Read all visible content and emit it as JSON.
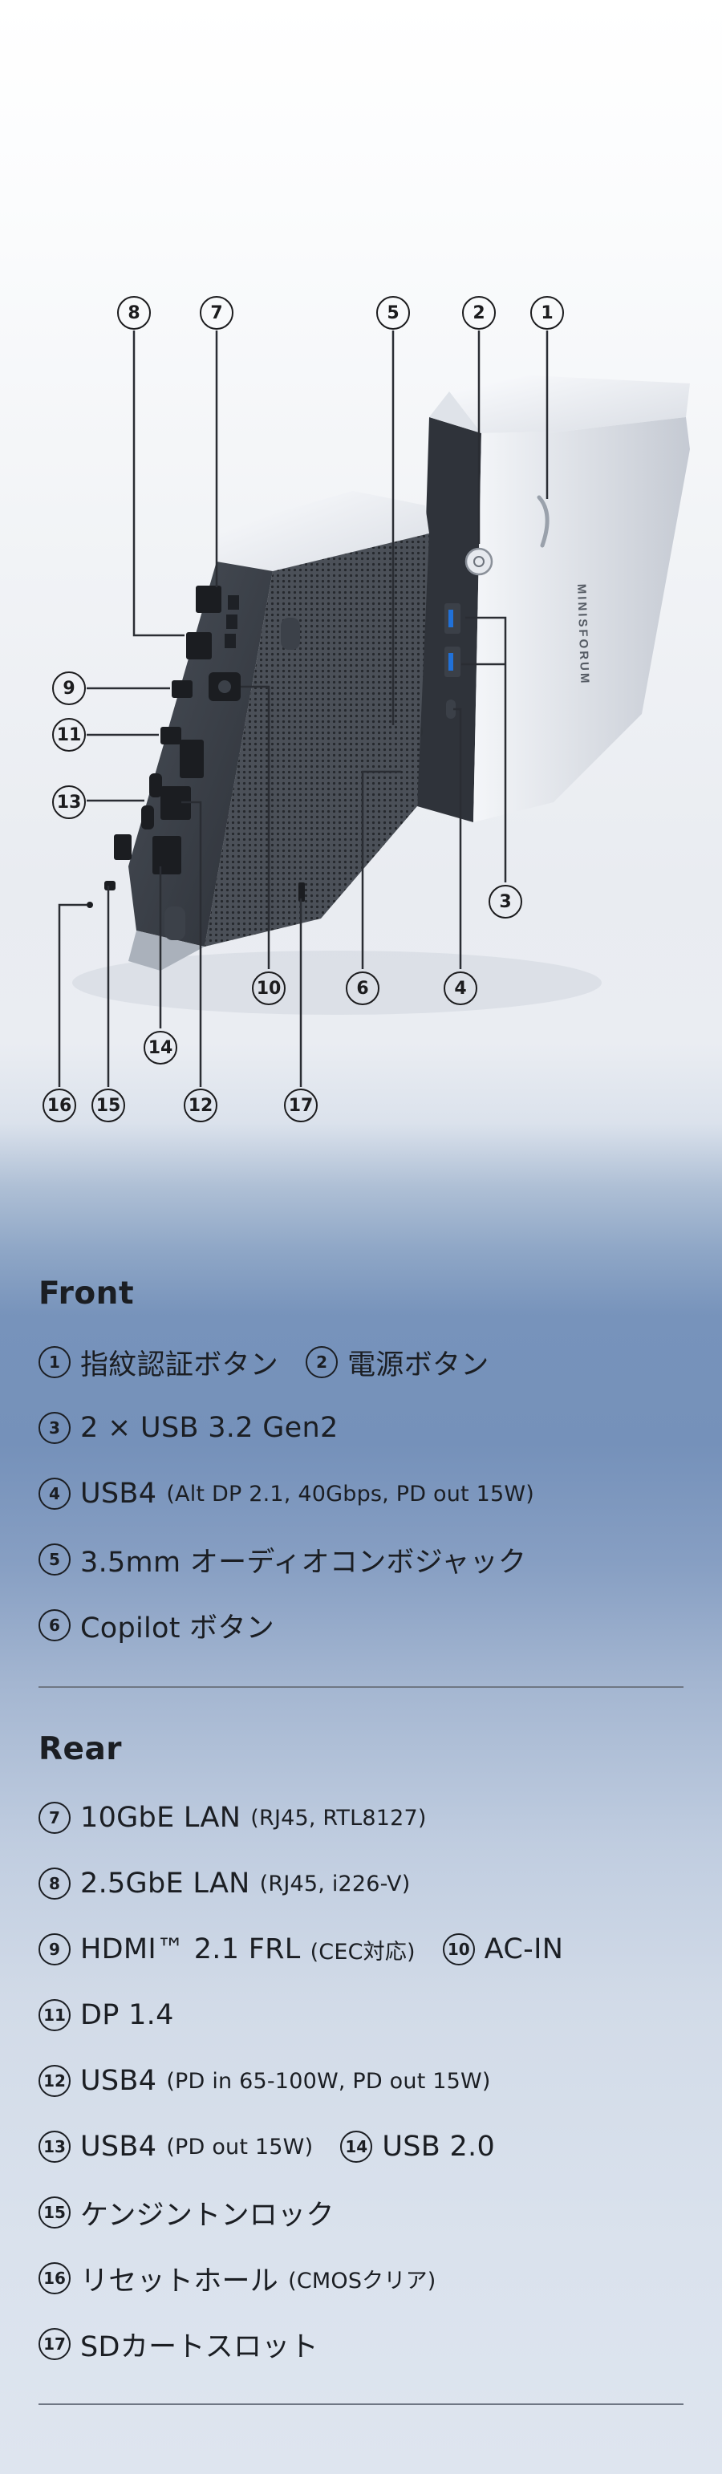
{
  "callouts": {
    "c1": "1",
    "c2": "2",
    "c3": "3",
    "c4": "4",
    "c5": "5",
    "c6": "6",
    "c7": "7",
    "c8": "8",
    "c9": "9",
    "c10": "10",
    "c11": "11",
    "c12": "12",
    "c13": "13",
    "c14": "14",
    "c15": "15",
    "c16": "16",
    "c17": "17"
  },
  "front": {
    "title": "Front",
    "row1": {
      "n1": "1",
      "t1": "指紋認証ボタン",
      "n2": "2",
      "t2": "電源ボタン"
    },
    "row2": {
      "n": "3",
      "text": "2 × USB 3.2 Gen2"
    },
    "row3": {
      "n": "4",
      "text": "USB4",
      "sub": "(Alt DP 2.1, 40Gbps, PD out 15W)"
    },
    "row4": {
      "n": "5",
      "text": "3.5mm オーディオコンボジャック"
    },
    "row5": {
      "n": "6",
      "text": "Copilot ボタン"
    }
  },
  "rear": {
    "title": "Rear",
    "row1": {
      "n": "7",
      "text": "10GbE LAN",
      "sub": "(RJ45, RTL8127)"
    },
    "row2": {
      "n": "8",
      "text": "2.5GbE LAN",
      "sub": "(RJ45, i226-V)"
    },
    "row3": {
      "n1": "9",
      "t1": "HDMI™ 2.1 FRL",
      "sub": "(CEC対応)",
      "n2": "10",
      "t2": "AC-IN"
    },
    "row4": {
      "n": "11",
      "text": "DP 1.4"
    },
    "row5": {
      "n": "12",
      "text": "USB4",
      "sub": "(PD in 65-100W, PD out 15W)"
    },
    "row6": {
      "n1": "13",
      "t1": "USB4",
      "sub": "(PD out 15W)",
      "n2": "14",
      "t2": "USB 2.0"
    },
    "row7": {
      "n": "15",
      "text": "ケンジントンロック"
    },
    "row8": {
      "n": "16",
      "text": "リセットホール",
      "sub": "(CMOSクリア)"
    },
    "row9": {
      "n": "17",
      "text": "SDカートスロット"
    }
  },
  "device_brand": "MINISFORUM",
  "colors": {
    "text": "#1b1e23",
    "device_dark": "#3f454e",
    "device_light": "#e8ebf0"
  }
}
